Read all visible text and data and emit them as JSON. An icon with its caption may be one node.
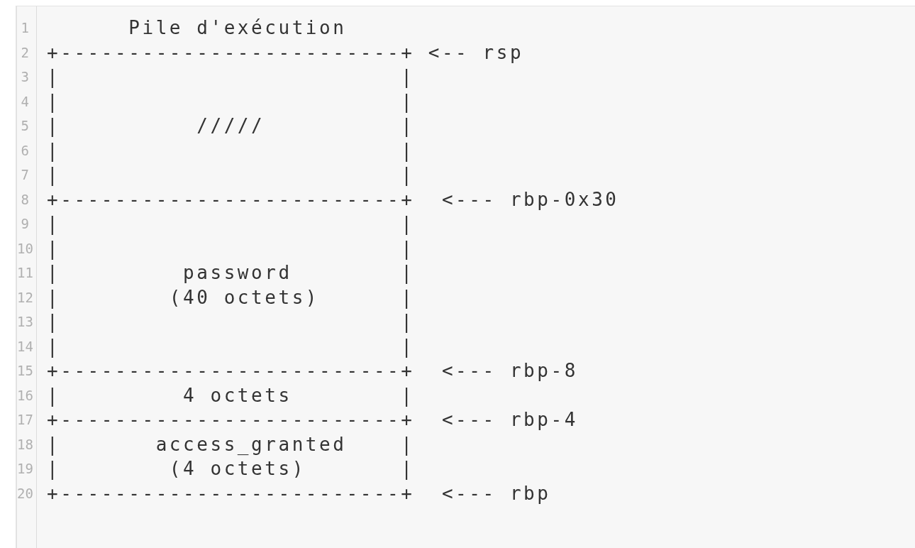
{
  "diagram": {
    "labels": [
      "1",
      "      Pile d'exécution",
      "2",
      "+-------------------------+ <-- rsp",
      "3",
      "|                         |",
      "4",
      "|                         |",
      "5",
      "|          /////          |",
      "6",
      "|                         |",
      "7",
      "|                         |",
      "8",
      "+-------------------------+  <--- rbp-0x30",
      "9",
      "|                         |",
      "10",
      "|                         |",
      "11",
      "|         password        |",
      "12",
      "|        (40 octets)      |",
      "13",
      "|                         |",
      "14",
      "|                         |",
      "15",
      "+-------------------------+  <--- rbp-8",
      "16",
      "|         4 octets        |",
      "17",
      "+-------------------------+  <--- rbp-4",
      "18",
      "|       access_granted    |",
      "19",
      "|        (4 octets)       |",
      "20",
      "+-------------------------+  <--- rbp"
    ]
  }
}
